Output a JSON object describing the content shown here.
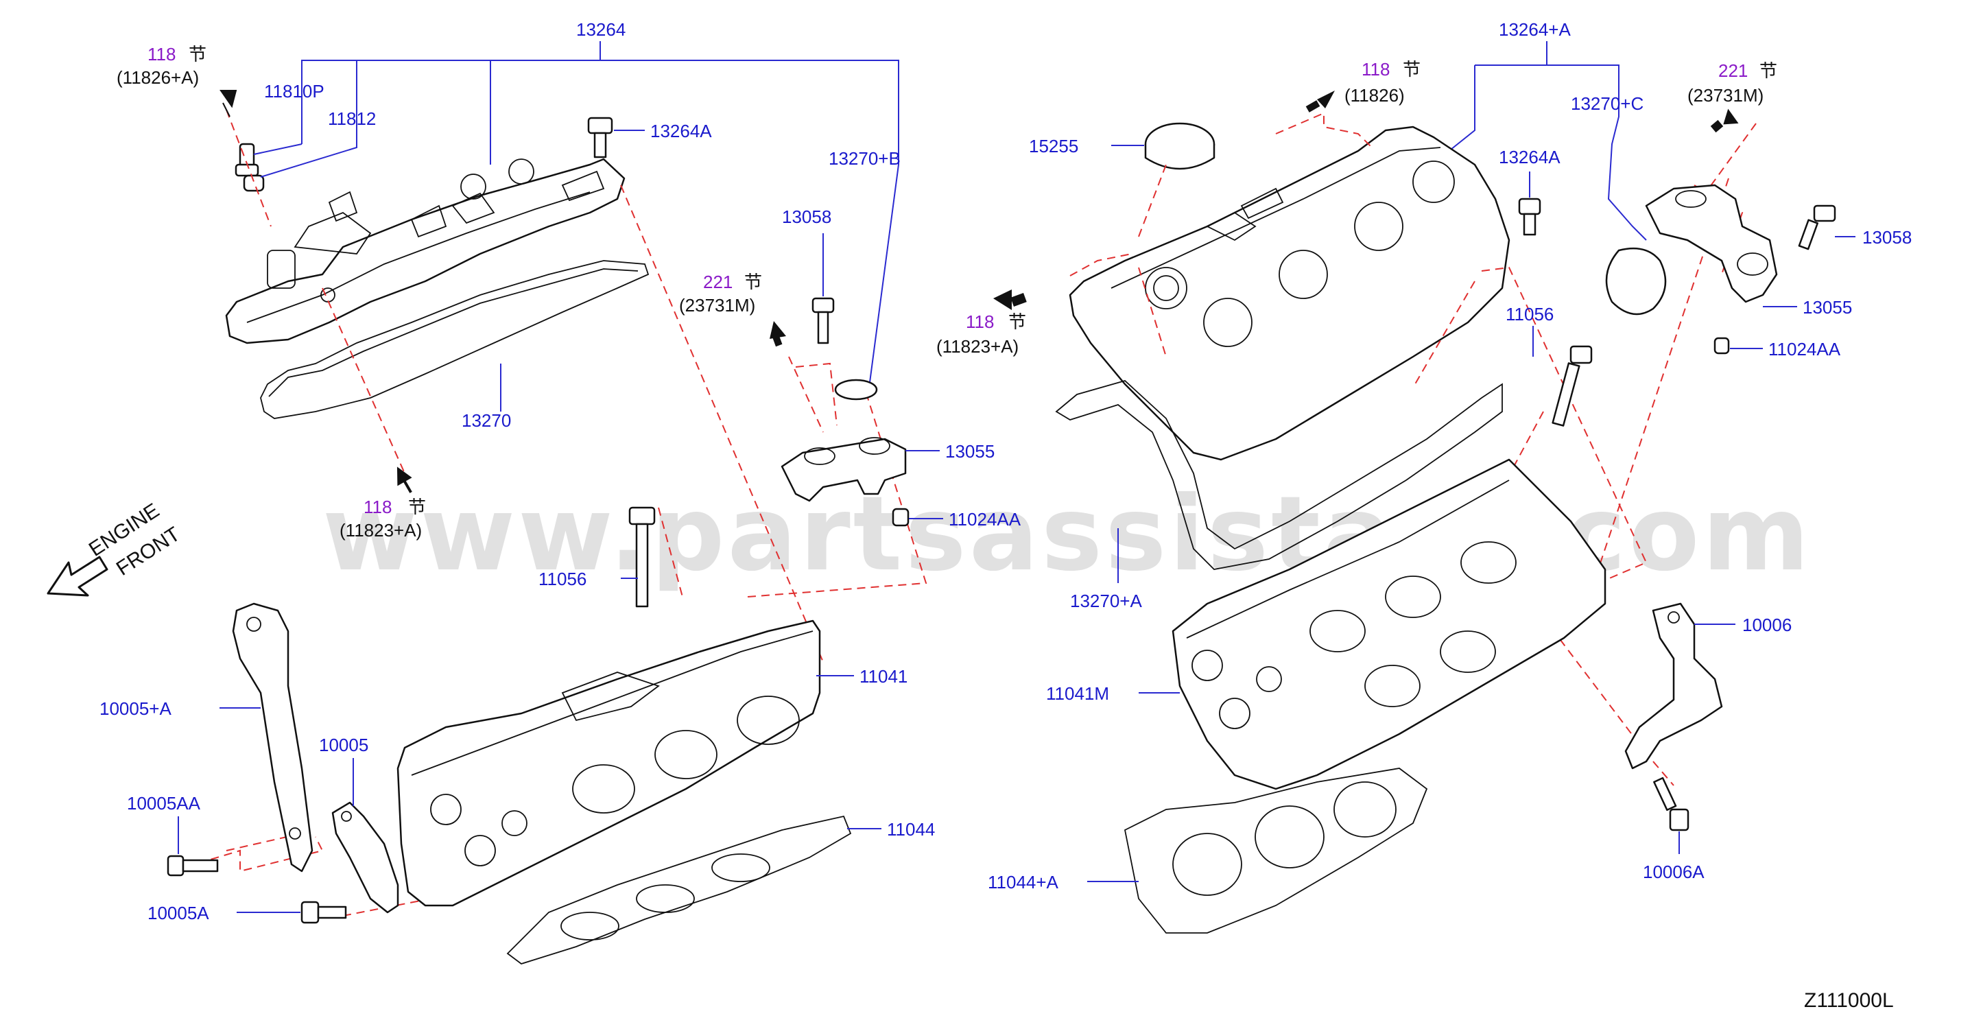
{
  "diagram_code": "Z111000L",
  "watermark": "www.partsassistant.com",
  "engine_front": {
    "line1": "ENGINE",
    "line2": "FRONT"
  },
  "colors": {
    "part_label": "#1a1acc",
    "section_number": "#8a1ac8",
    "dashed_line": "#e03030"
  },
  "section_refs": [
    {
      "num": "118",
      "char": "节",
      "ref": "(11826+A)"
    },
    {
      "num": "118",
      "char": "节",
      "ref": "(11823+A)"
    },
    {
      "num": "221",
      "char": "节",
      "ref": "(23731M)"
    },
    {
      "num": "118",
      "char": "节",
      "ref": "(11826)"
    },
    {
      "num": "118",
      "char": "节",
      "ref": "(11823+A)"
    },
    {
      "num": "221",
      "char": "节",
      "ref": "(23731M)"
    }
  ],
  "part_labels": {
    "p13264": "13264",
    "p11810P": "11810P",
    "p11812": "11812",
    "p13264A_left": "13264A",
    "p13270B": "13270+B",
    "p13058_left": "13058",
    "p13270": "13270",
    "p13055_left": "13055",
    "p11024AA_left": "11024AA",
    "p11056_left": "11056",
    "p11041": "11041",
    "p10005A_plus": "10005+A",
    "p10005": "10005",
    "p10005AA": "10005AA",
    "p10005A": "10005A",
    "p11044": "11044",
    "p13264A_plus": "13264+A",
    "p13270C": "13270+C",
    "p15255": "15255",
    "p13264A_right": "13264A",
    "p13058_right": "13058",
    "p13055_right": "13055",
    "p11024AA_right": "11024AA",
    "p11056_right": "11056",
    "p13270A": "13270+A",
    "p11041M": "11041M",
    "p10006": "10006",
    "p10006A": "10006A",
    "p11044A": "11044+A"
  }
}
